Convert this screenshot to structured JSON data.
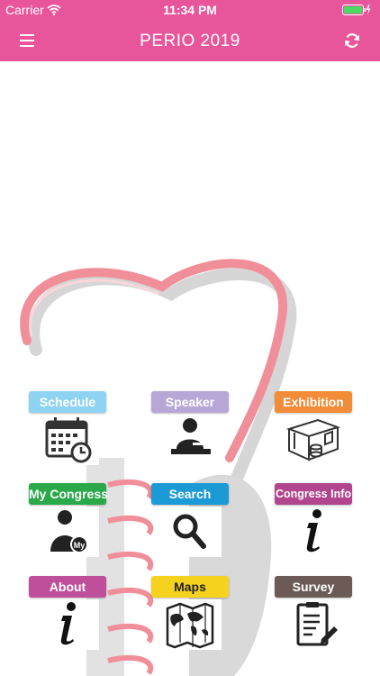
{
  "status_bar": {
    "carrier": "Carrier",
    "time": "11:34 PM"
  },
  "nav": {
    "title": "PERIO 2019",
    "menu_icon": "hamburger-menu-icon",
    "refresh_icon": "refresh-icon"
  },
  "tiles": [
    {
      "label": "Schedule",
      "color": "#8fd3f2",
      "icon": "calendar-clock-icon"
    },
    {
      "label": "Speaker",
      "color": "#b7a7d6",
      "icon": "speaker-podium-icon"
    },
    {
      "label": "Exhibition",
      "color": "#f28c38",
      "icon": "exhibition-booth-icon"
    },
    {
      "label": "My Congress",
      "color": "#2aa84a",
      "icon": "my-user-icon"
    },
    {
      "label": "Search",
      "color": "#1c9ad6",
      "icon": "search-magnifier-icon"
    },
    {
      "label": "Congress Info",
      "color": "#b2468e",
      "icon": "info-icon"
    },
    {
      "label": "About",
      "color": "#c04f9b",
      "icon": "info-icon"
    },
    {
      "label": "Maps",
      "color": "#f5d21e",
      "icon": "world-map-icon"
    },
    {
      "label": "Survey",
      "color": "#6b5a55",
      "icon": "survey-clipboard-icon"
    }
  ],
  "colors": {
    "brand": "#e8559a"
  }
}
